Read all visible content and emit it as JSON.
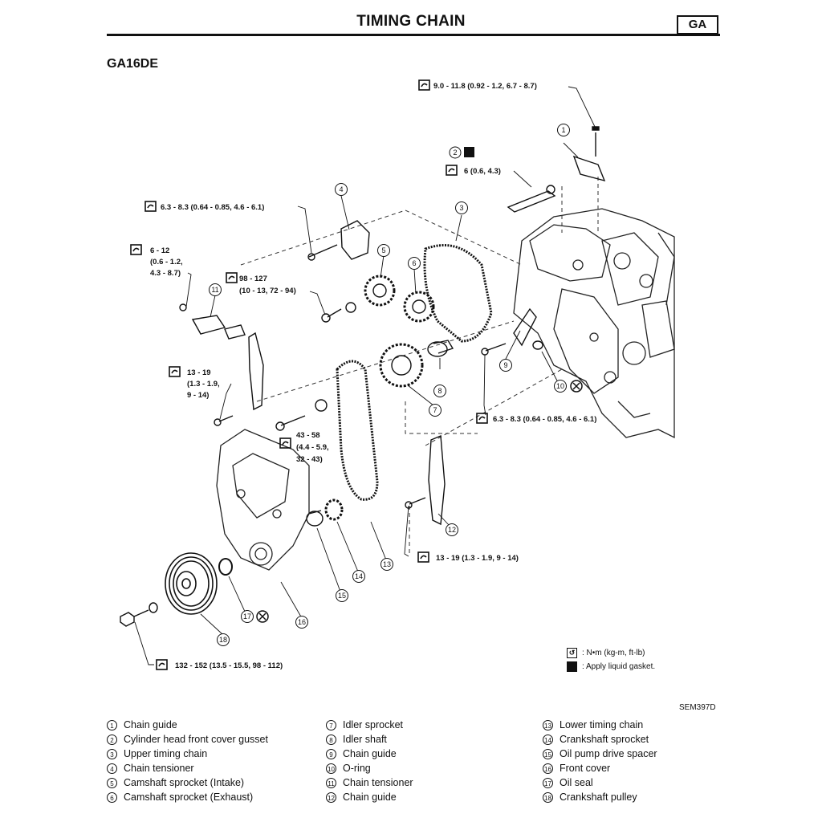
{
  "header": {
    "title": "TIMING CHAIN",
    "section": "GA"
  },
  "model": "GA16DE",
  "figure_id": "SEM397D",
  "torque_specs": {
    "t1": "9.0 - 11.8 (0.92 - 1.2, 6.7 - 8.7)",
    "t2_gasket": "2",
    "t2": "6 (0.6, 4.3)",
    "t3": "6.3 - 8.3 (0.64 - 0.85, 4.6 - 6.1)",
    "t4_a": "6 - 12",
    "t4_b": "(0.6 - 1.2,",
    "t4_c": "4.3 - 8.7)",
    "t5_a": "98 - 127",
    "t5_b": "(10 - 13, 72 - 94)",
    "t6_a": "13 - 19",
    "t6_b": "(1.3 - 1.9,",
    "t6_c": "9 - 14)",
    "t7": "6.3 - 8.3 (0.64 - 0.85, 4.6 - 6.1)",
    "t8_a": "43 - 58",
    "t8_b": "(4.4 - 5.9,",
    "t8_c": "32 - 43)",
    "t9": "13 - 19 (1.3 - 1.9, 9 - 14)",
    "t10": "132 - 152 (13.5 - 15.5, 98 - 112)"
  },
  "callouts": [
    "1",
    "2",
    "3",
    "4",
    "5",
    "6",
    "7",
    "8",
    "9",
    "10",
    "11",
    "12",
    "13",
    "14",
    "15",
    "16",
    "17",
    "18"
  ],
  "legend": {
    "torque": ": N•m (kg-m, ft-lb)",
    "gasket": ": Apply liquid gasket."
  },
  "parts": [
    {
      "num": "1",
      "name": "Chain guide"
    },
    {
      "num": "2",
      "name": "Cylinder head front cover gusset"
    },
    {
      "num": "3",
      "name": "Upper timing chain"
    },
    {
      "num": "4",
      "name": "Chain tensioner"
    },
    {
      "num": "5",
      "name": "Camshaft sprocket (Intake)"
    },
    {
      "num": "6",
      "name": "Camshaft sprocket (Exhaust)"
    },
    {
      "num": "7",
      "name": "Idler sprocket"
    },
    {
      "num": "8",
      "name": "Idler shaft"
    },
    {
      "num": "9",
      "name": "Chain guide"
    },
    {
      "num": "10",
      "name": "O-ring"
    },
    {
      "num": "11",
      "name": "Chain tensioner"
    },
    {
      "num": "12",
      "name": "Chain guide"
    },
    {
      "num": "13",
      "name": "Lower timing chain"
    },
    {
      "num": "14",
      "name": "Crankshaft sprocket"
    },
    {
      "num": "15",
      "name": "Oil pump drive spacer"
    },
    {
      "num": "16",
      "name": "Front cover"
    },
    {
      "num": "17",
      "name": "Oil seal"
    },
    {
      "num": "18",
      "name": "Crankshaft pulley"
    }
  ]
}
